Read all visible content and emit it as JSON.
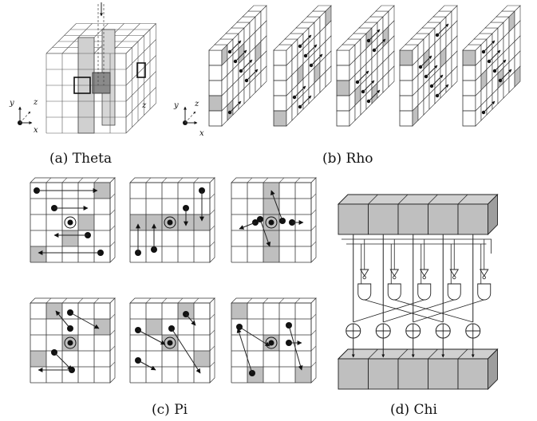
{
  "captions": {
    "theta": "(a)  Theta",
    "rho": "(b)  Rho",
    "pi": "(c)  Pi",
    "chi": "(d)  Chi"
  },
  "axes": {
    "x": "x",
    "y": "y",
    "z": "z"
  },
  "colors": {
    "shade": "#bfbfbf",
    "line": "#222222",
    "dark": "#555555"
  }
}
